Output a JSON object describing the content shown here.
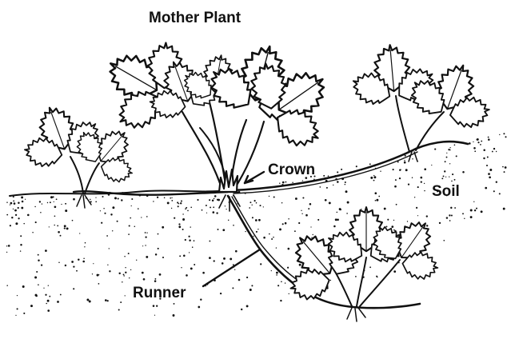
{
  "labels": {
    "mother_plant": "Mother Plant",
    "crown": "Crown",
    "soil": "Soil",
    "runner": "Runner"
  },
  "colors": {
    "ink": "#111111",
    "background": "#ffffff"
  }
}
